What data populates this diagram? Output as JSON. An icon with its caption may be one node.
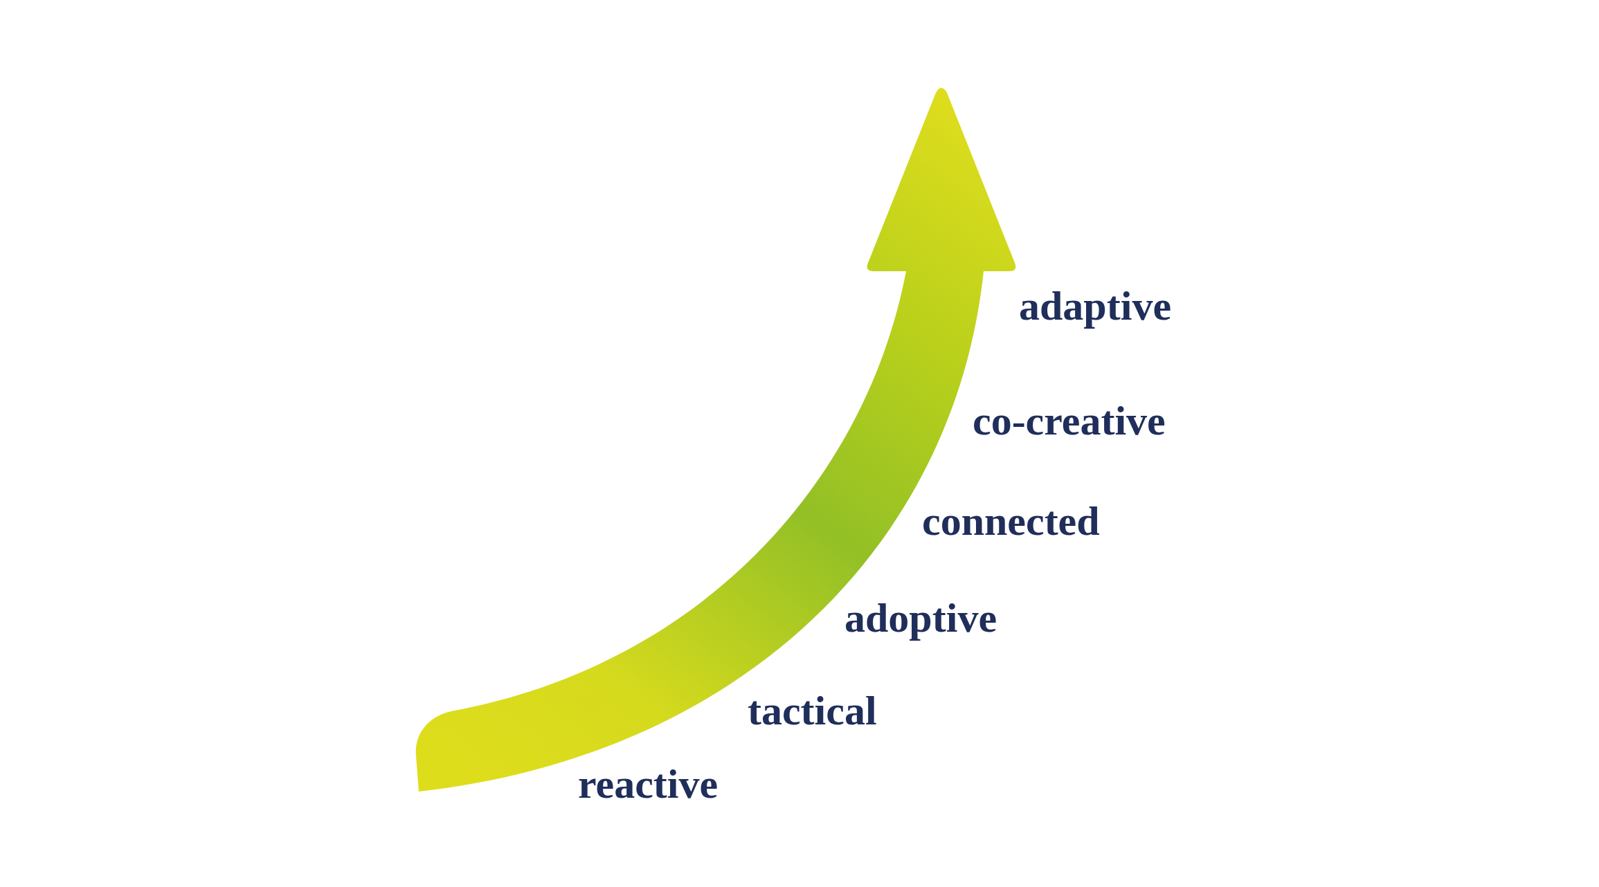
{
  "diagram": {
    "labels": [
      "adaptive",
      "co-creative",
      "connected",
      "adoptive",
      "tactical",
      "reactive"
    ]
  }
}
